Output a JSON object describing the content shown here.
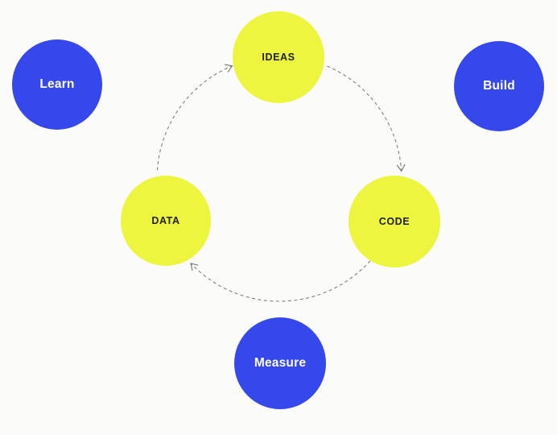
{
  "diagram": {
    "title": "build-measure-learn-cycle",
    "colors": {
      "node_blue": "#3448EC",
      "node_yellow": "#EDF53E",
      "edge": "#7F7F7F",
      "background": "#FBFBF9",
      "text_on_blue": "#FFFFFF",
      "text_on_yellow": "#212121"
    },
    "nodes": [
      {
        "id": "learn",
        "label": "Learn",
        "fill": "blue"
      },
      {
        "id": "ideas",
        "label": "IDEAS",
        "fill": "yellow"
      },
      {
        "id": "build",
        "label": "Build",
        "fill": "blue"
      },
      {
        "id": "data",
        "label": "DATA",
        "fill": "yellow"
      },
      {
        "id": "code",
        "label": "CODE",
        "fill": "yellow"
      },
      {
        "id": "measure",
        "label": "Measure",
        "fill": "blue"
      }
    ],
    "edges": [
      {
        "from": "data",
        "to": "ideas",
        "style": "dashed",
        "arrowhead": "open-chevron"
      },
      {
        "from": "ideas",
        "to": "code",
        "style": "dashed",
        "arrowhead": "open-chevron"
      },
      {
        "from": "code",
        "to": "data",
        "style": "dashed",
        "arrowhead": "open-chevron"
      }
    ]
  }
}
